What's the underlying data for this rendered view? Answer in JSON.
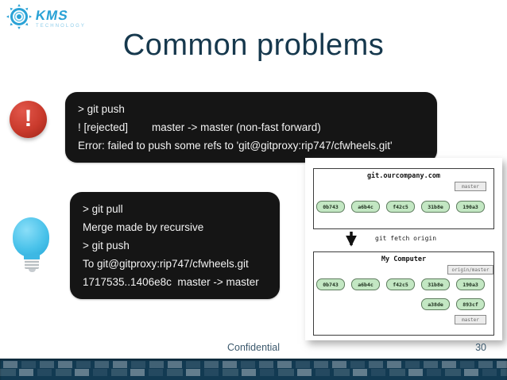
{
  "slide": {
    "title": "Common problems",
    "footer": {
      "confidential": "Confidential",
      "page_number": "30"
    }
  },
  "logo": {
    "name": "KMS",
    "tagline": "TECHNOLOGY"
  },
  "icons": {
    "alert_glyph": "!"
  },
  "error_box": {
    "lines": [
      "> git push",
      "! [rejected]        master -> master (non-fast forward)",
      "Error: failed to push some refs to 'git@gitproxy:rip747/cfwheels.git'"
    ]
  },
  "solution_box": {
    "lines": [
      "> git pull",
      "Merge made by recursive",
      "> git push",
      "To git@gitproxy:rip747/cfwheels.git",
      "1717535..1406e8c  master -> master"
    ]
  },
  "diagram": {
    "server": {
      "title": "git.ourcompany.com",
      "branch_label": "master",
      "nodes": [
        "0b743",
        "a6b4c",
        "f42c5",
        "31b8e",
        "190a3"
      ]
    },
    "fetch_label": "git fetch origin",
    "local": {
      "title": "My Computer",
      "remote_branch_label": "origin/master",
      "branch_label": "master",
      "nodes": [
        "0b743",
        "a6b4c",
        "f42c5",
        "31b8e",
        "190a3"
      ],
      "branch_nodes": [
        "a38de",
        "893cf"
      ]
    }
  },
  "colors": {
    "title_text": "#16384d",
    "code_box_bg": "#151515",
    "code_box_text": "#f2f2f2",
    "alert_red": "#c93a2c",
    "bulb_cyan": "#49c2ea",
    "logo_blue": "#2aa2d6",
    "node_green": "#c3e7c3",
    "strip_navy": "#123a52",
    "footer_text": "#3c596d"
  }
}
